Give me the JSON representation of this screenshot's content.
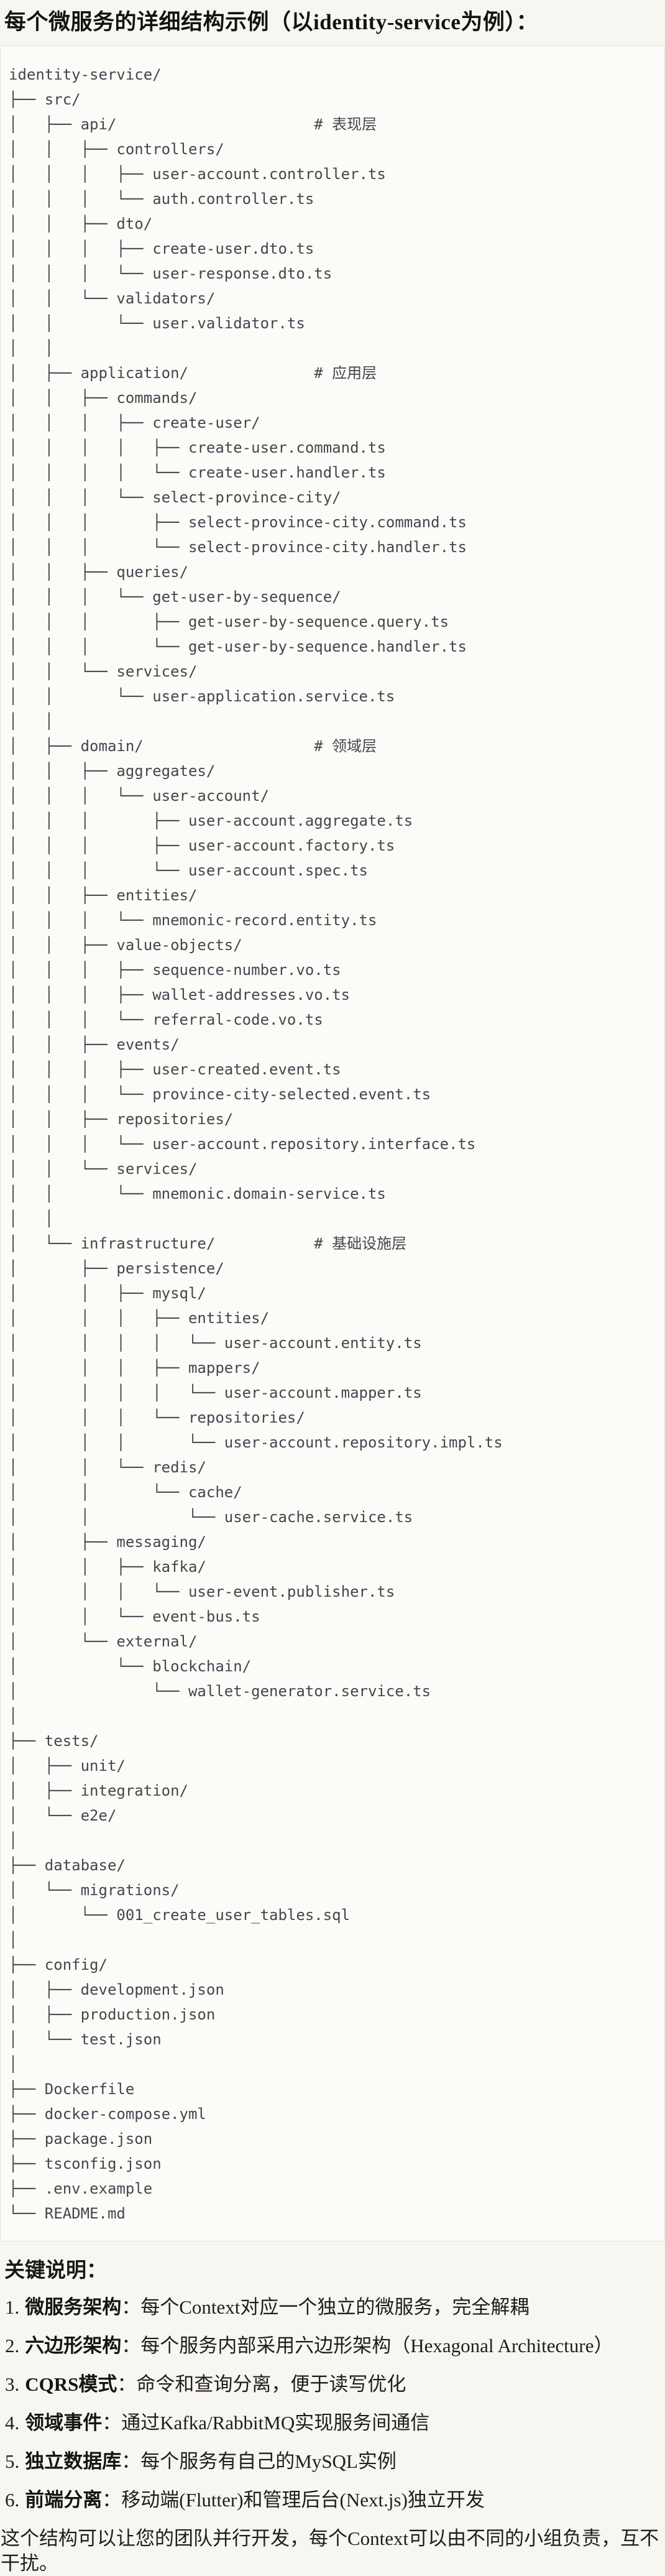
{
  "title": "每个微服务的详细结构示例（以identity-service为例）：",
  "colors": {
    "page_bg": "#f8f6f1",
    "code_bg": "#fcfbf8",
    "code_border": "#e7e4dc",
    "code_text": "#42474d",
    "body_text": "#201e1a"
  },
  "code_block": {
    "tree_lines": [
      "identity-service/",
      "├── src/",
      "│   ├── api/                      # 表现层",
      "│   │   ├── controllers/",
      "│   │   │   ├── user-account.controller.ts",
      "│   │   │   └── auth.controller.ts",
      "│   │   ├── dto/",
      "│   │   │   ├── create-user.dto.ts",
      "│   │   │   └── user-response.dto.ts",
      "│   │   └── validators/",
      "│   │       └── user.validator.ts",
      "│   │",
      "│   ├── application/              # 应用层",
      "│   │   ├── commands/",
      "│   │   │   ├── create-user/",
      "│   │   │   │   ├── create-user.command.ts",
      "│   │   │   │   └── create-user.handler.ts",
      "│   │   │   └── select-province-city/",
      "│   │   │       ├── select-province-city.command.ts",
      "│   │   │       └── select-province-city.handler.ts",
      "│   │   ├── queries/",
      "│   │   │   └── get-user-by-sequence/",
      "│   │   │       ├── get-user-by-sequence.query.ts",
      "│   │   │       └── get-user-by-sequence.handler.ts",
      "│   │   └── services/",
      "│   │       └── user-application.service.ts",
      "│   │",
      "│   ├── domain/                   # 领域层",
      "│   │   ├── aggregates/",
      "│   │   │   └── user-account/",
      "│   │   │       ├── user-account.aggregate.ts",
      "│   │   │       ├── user-account.factory.ts",
      "│   │   │       └── user-account.spec.ts",
      "│   │   ├── entities/",
      "│   │   │   └── mnemonic-record.entity.ts",
      "│   │   ├── value-objects/",
      "│   │   │   ├── sequence-number.vo.ts",
      "│   │   │   ├── wallet-addresses.vo.ts",
      "│   │   │   └── referral-code.vo.ts",
      "│   │   ├── events/",
      "│   │   │   ├── user-created.event.ts",
      "│   │   │   └── province-city-selected.event.ts",
      "│   │   ├── repositories/",
      "│   │   │   └── user-account.repository.interface.ts",
      "│   │   └── services/",
      "│   │       └── mnemonic.domain-service.ts",
      "│   │",
      "│   └── infrastructure/           # 基础设施层",
      "│       ├── persistence/",
      "│       │   ├── mysql/",
      "│       │   │   ├── entities/",
      "│       │   │   │   └── user-account.entity.ts",
      "│       │   │   ├── mappers/",
      "│       │   │   │   └── user-account.mapper.ts",
      "│       │   │   └── repositories/",
      "│       │   │       └── user-account.repository.impl.ts",
      "│       │   └── redis/",
      "│       │       └── cache/",
      "│       │           └── user-cache.service.ts",
      "│       ├── messaging/",
      "│       │   ├── kafka/",
      "│       │   │   └── user-event.publisher.ts",
      "│       │   └── event-bus.ts",
      "│       └── external/",
      "│           └── blockchain/",
      "│               └── wallet-generator.service.ts",
      "│",
      "├── tests/",
      "│   ├── unit/",
      "│   ├── integration/",
      "│   └── e2e/",
      "│",
      "├── database/",
      "│   └── migrations/",
      "│       └── 001_create_user_tables.sql",
      "│",
      "├── config/",
      "│   ├── development.json",
      "│   ├── production.json",
      "│   └── test.json",
      "│",
      "├── Dockerfile",
      "├── docker-compose.yml",
      "├── package.json",
      "├── tsconfig.json",
      "├── .env.example",
      "└── README.md"
    ]
  },
  "notes": {
    "heading": "关键说明：",
    "items": [
      {
        "num": "1.",
        "term": "微服务架构",
        "rest": "：每个Context对应一个独立的微服务，完全解耦"
      },
      {
        "num": "2.",
        "term": "六边形架构",
        "rest": "：每个服务内部采用六边形架构（Hexagonal Architecture）"
      },
      {
        "num": "3.",
        "term": "CQRS模式",
        "rest": "：命令和查询分离，便于读写优化"
      },
      {
        "num": "4.",
        "term": "领域事件",
        "rest": "：通过Kafka/RabbitMQ实现服务间通信"
      },
      {
        "num": "5.",
        "term": "独立数据库",
        "rest": "：每个服务有自己的MySQL实例"
      },
      {
        "num": "6.",
        "term": "前端分离",
        "rest": "：移动端(Flutter)和管理后台(Next.js)独立开发"
      }
    ],
    "footer": "这个结构可以让您的团队并行开发，每个Context可以由不同的小组负责，互不干扰。"
  }
}
